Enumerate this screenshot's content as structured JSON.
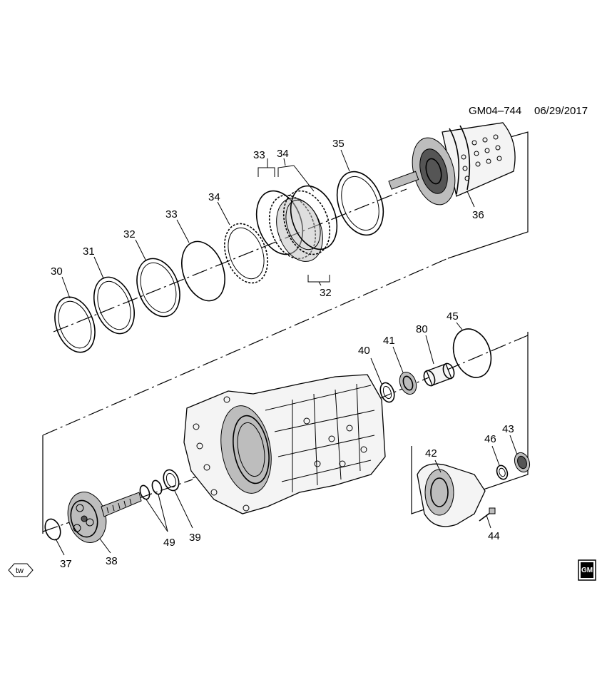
{
  "header": {
    "diagram_id": "GM04–744",
    "date": "06/29/2017"
  },
  "callouts": {
    "c30": "30",
    "c31": "31",
    "c32a": "32",
    "c33a": "33",
    "c34a": "34",
    "c33b": "33",
    "c34b": "34",
    "c32b": "32",
    "c35": "35",
    "c36": "36",
    "c40": "40",
    "c41": "41",
    "c80": "80",
    "c45": "45",
    "c42": "42",
    "c46": "46",
    "c43": "43",
    "c44": "44",
    "c37": "37",
    "c38": "38",
    "c49": "49",
    "c39": "39"
  },
  "logos": {
    "tw": "tw",
    "gm": "GM"
  },
  "colors": {
    "line": "#000000",
    "background": "#ffffff",
    "shade": "#bdbdbd"
  }
}
